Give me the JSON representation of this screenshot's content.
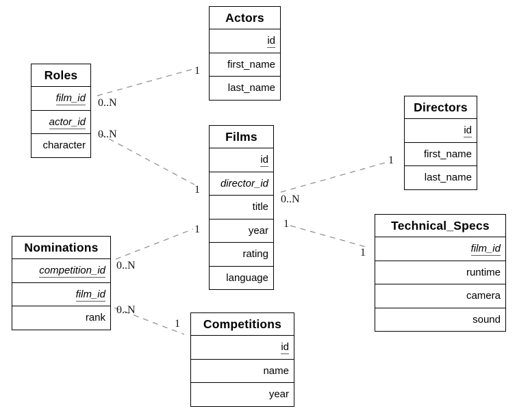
{
  "tables": {
    "actors": {
      "title": "Actors",
      "fields": [
        {
          "text": "id"
        },
        {
          "text": "first_name"
        },
        {
          "text": "last_name"
        }
      ]
    },
    "roles": {
      "title": "Roles",
      "fields": [
        {
          "text": "film_id"
        },
        {
          "text": "actor_id"
        },
        {
          "text": "character"
        }
      ]
    },
    "films": {
      "title": "Films",
      "fields": [
        {
          "text": "id"
        },
        {
          "text": "director_id"
        },
        {
          "text": "title"
        },
        {
          "text": "year"
        },
        {
          "text": "rating"
        },
        {
          "text": "language"
        }
      ]
    },
    "directors": {
      "title": "Directors",
      "fields": [
        {
          "text": "id"
        },
        {
          "text": "first_name"
        },
        {
          "text": "last_name"
        }
      ]
    },
    "nominations": {
      "title": "Nominations",
      "fields": [
        {
          "text": "competition_id"
        },
        {
          "text": "film_id"
        },
        {
          "text": "rank"
        }
      ]
    },
    "technical_specs": {
      "title": "Technical_Specs",
      "fields": [
        {
          "text": "film_id"
        },
        {
          "text": "runtime"
        },
        {
          "text": "camera"
        },
        {
          "text": "sound"
        }
      ]
    },
    "competitions": {
      "title": "Competitions",
      "fields": [
        {
          "text": "id"
        },
        {
          "text": "name"
        },
        {
          "text": "year"
        }
      ]
    }
  },
  "relationships": [
    {
      "from": "Roles",
      "to": "Actors",
      "tail": "0..N",
      "head": "1"
    },
    {
      "from": "Roles",
      "to": "Films",
      "tail": "0..N",
      "head": "1"
    },
    {
      "from": "Films",
      "to": "Directors",
      "tail": "0..N",
      "head": "1"
    },
    {
      "from": "Films",
      "to": "Technical_Specs",
      "tail": "1",
      "head": "1"
    },
    {
      "from": "Nominations",
      "to": "Films",
      "tail": "0..N",
      "head": "1"
    },
    {
      "from": "Nominations",
      "to": "Competitions",
      "tail": "0..N",
      "head": "1"
    }
  ],
  "colors": {
    "background": "#ffffff",
    "table_border": "#000000",
    "text": "#000000",
    "relationship_line": "#8a8a8a",
    "key_underline": "#5e5e5e"
  }
}
